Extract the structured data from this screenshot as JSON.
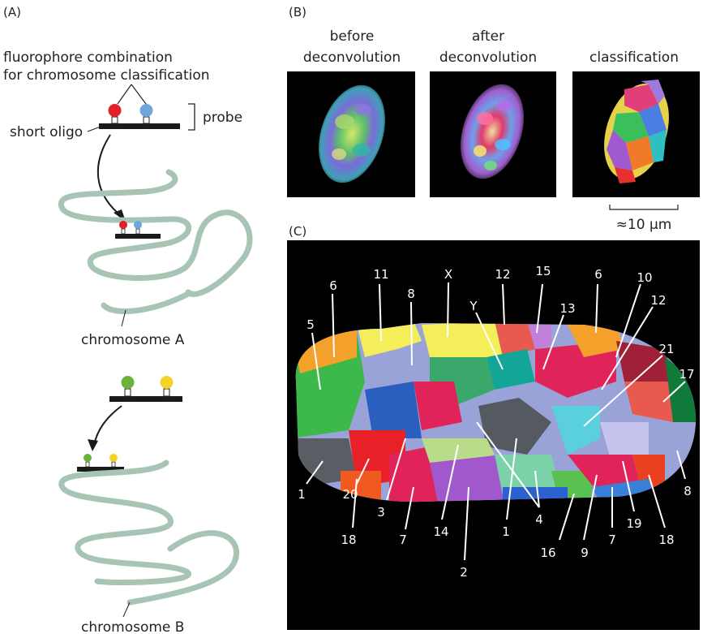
{
  "panel_a": {
    "label": "(A)",
    "caption_line1": "fluorophore combination",
    "caption_line2": "for chromosome classification",
    "probe_label": "probe",
    "oligo_label": "short oligo",
    "chromosome_a": "chromosome A",
    "chromosome_b": "chromosome B"
  },
  "panel_b": {
    "label": "(B)",
    "image1_line1": "before",
    "image1_line2": "deconvolution",
    "image2_line1": "after",
    "image2_line2": "deconvolution",
    "image3_label": "classification",
    "scale_bar": "≈10 μm"
  },
  "panel_c": {
    "label": "(C)",
    "top_labels": [
      "6",
      "11",
      "X",
      "12",
      "15",
      "6",
      "10",
      "5",
      "8",
      "Y",
      "13",
      "12",
      "21",
      "17"
    ],
    "bottom_labels": [
      "1",
      "20",
      "3",
      "18",
      "7",
      "14",
      "2",
      "1",
      "4",
      "16",
      "9",
      "7",
      "19",
      "18",
      "8"
    ]
  },
  "colors": {
    "chromosome_strand": "#a8c4b4",
    "probe_bar": "#1a1a1a",
    "red_fluor": "#e0202a",
    "blue_fluor": "#6fa7dc",
    "green_fluor": "#6cb33e",
    "yellow_fluor": "#f3d22a",
    "leader_line": "#ffffff",
    "image_background": "#000000"
  }
}
